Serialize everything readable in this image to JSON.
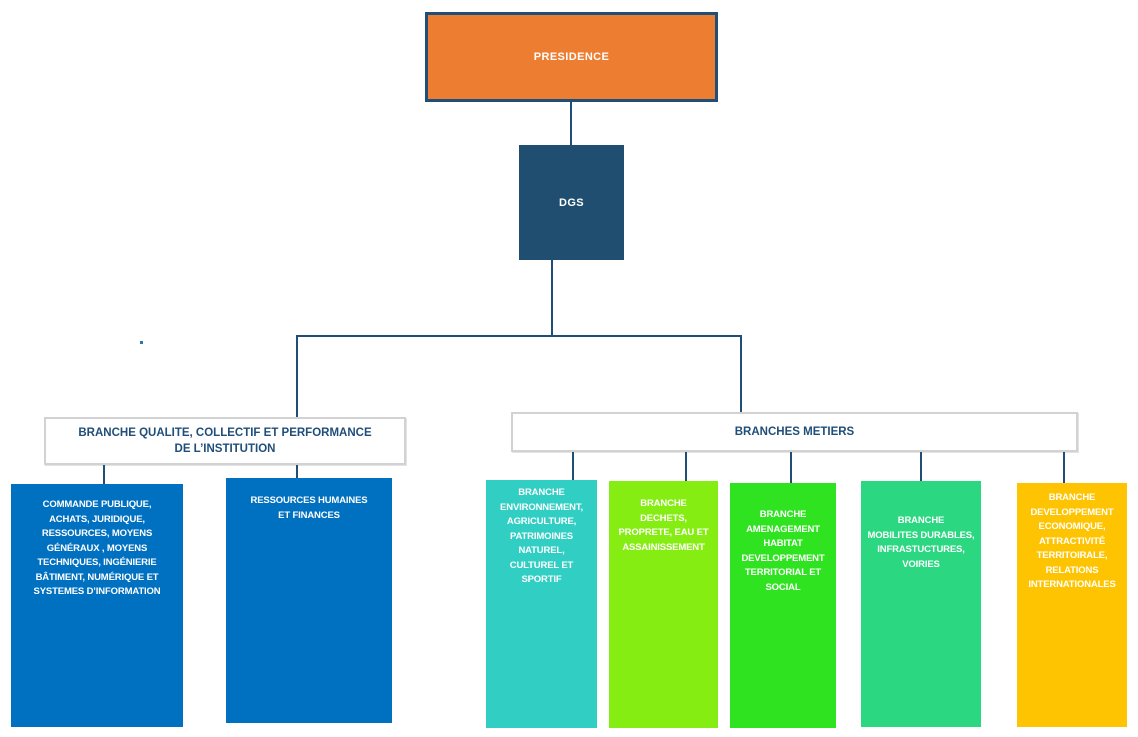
{
  "org": {
    "root": {
      "label": "PRESIDENCE",
      "fill": "#ED7D31",
      "border": "#1F4E79"
    },
    "dgs": {
      "label": "DGS",
      "fill": "#1F4E70"
    },
    "branches": [
      {
        "label": "BRANCHE QUALITE, COLLECTIF ET PERFORMANCE\nDE L’INSTITUTION",
        "children": [
          {
            "label": "COMMANDE PUBLIQUE,\nACHATS, JURIDIQUE,\nRESSOURCES, MOYENS\nGÉNÉRAUX , MOYENS\nTECHNIQUES, INGÉNIERIE\nBÂTIMENT, NUMÉRIQUE ET\nSYSTEMES D’INFORMATION",
            "fill": "#0070C0"
          },
          {
            "label": "RESSOURCES HUMAINES\nET FINANCES",
            "fill": "#0070C0"
          }
        ]
      },
      {
        "label": "BRANCHES METIERS",
        "children": [
          {
            "label": "BRANCHE\nENVIRONNEMENT,\nAGRICULTURE,\nPATRIMOINES\nNATUREL,\nCULTUREL ET\nSPORTIF",
            "fill": "#31CEC4"
          },
          {
            "label": "BRANCHE\nDECHETS,\nPROPRETE, EAU ET\nASSAINISSEMENT",
            "fill": "#86ED13"
          },
          {
            "label": "BRANCHE\nAMENAGEMENT\nHABITAT\nDEVELOPPEMENT\nTERRITORIAL ET\nSOCIAL",
            "fill": "#30E321"
          },
          {
            "label": "BRANCHE\nMOBILITES DURABLES,\nINFRASTUCTURES,\nVOIRIES",
            "fill": "#2BD781"
          },
          {
            "label": "BRANCHE\nDEVELOPPEMENT\nECONOMIQUE,\nATTRACTIVITÉ\nTERRITOIRALE,\nRELATIONS\nINTERNATIONALES",
            "fill": "#FEC402"
          }
        ]
      }
    ]
  },
  "colors": {
    "connector": "#1F4E79",
    "header_text": "#1F4E79",
    "header_border": "#D2D2D2",
    "leaf_text": "#FFFFFF"
  }
}
